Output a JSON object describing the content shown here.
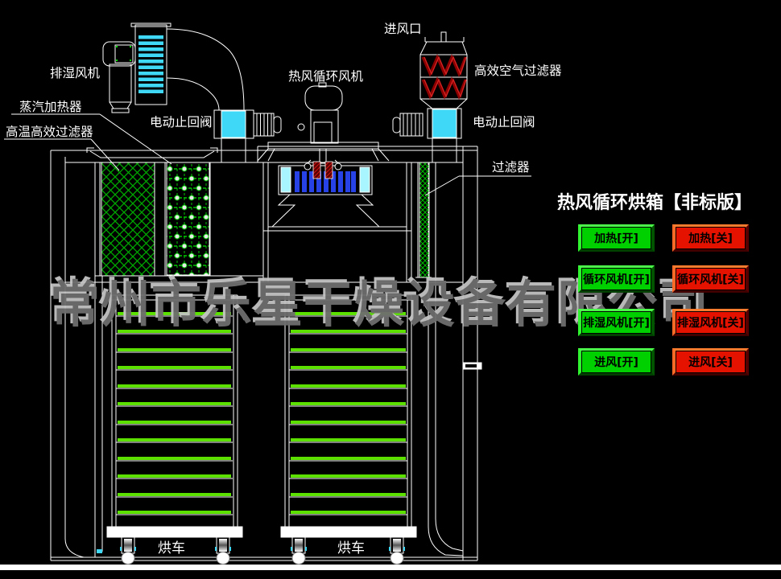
{
  "panel": {
    "title": "热风循环烘箱【非标版】",
    "rows": [
      {
        "on": "加热[开]",
        "off": "加热[关]"
      },
      {
        "on": "循环风机[开]",
        "off": "循环风机[关]"
      },
      {
        "on": "排湿风机[开]",
        "off": "排湿风机[关]"
      },
      {
        "on": "进风[开]",
        "off": "进风[关]"
      }
    ]
  },
  "watermark": "常州市乐星干燥设备有限公司",
  "labels": {
    "exhaust_fan": "排湿风机",
    "steam_heater": "蒸汽加热器",
    "high_temp_filter": "高温高效过滤器",
    "check_valve_left": "电动止回阀",
    "circulation_fan": "热风循环风机",
    "air_inlet": "进风口",
    "hepa_air_filter": "高效空气过滤器",
    "check_valve_right": "电动止回阀",
    "filter": "过滤器",
    "cart_left": "烘车",
    "cart_right": "烘车"
  },
  "colors": {
    "background": "#000000",
    "line": "#ffffff",
    "valve_cyan": "#3fd9f7",
    "pale_cyan": "#a8f4ff",
    "coil_blue": "#2742e6",
    "hatch_green": "#00a800",
    "shelf_green": "#5ce000",
    "zigzag_red": "#cc1616",
    "button_on_green": "#00cf00",
    "button_off_red": "#e51200",
    "watermark_gray": "#6e6e6e"
  }
}
